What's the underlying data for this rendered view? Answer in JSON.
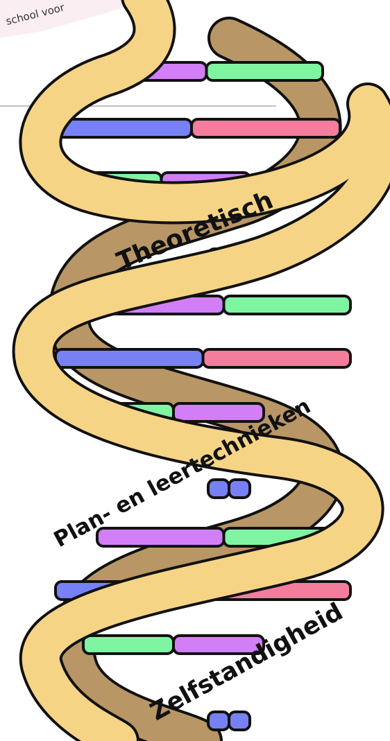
{
  "header": {
    "school_text": "school voor"
  },
  "labels": {
    "theoretical": "Theoretisch",
    "plan_learning": "Plan- en leertechnieken",
    "independence": "Zelfstandigheid"
  },
  "colors": {
    "front_strand": "#f6d486",
    "back_strand": "#b89665",
    "outline": "#111111",
    "rung_purple": "#d27ef6",
    "rung_green": "#7ff5a2",
    "rung_blue": "#7781f5",
    "rung_pink": "#f47d9d",
    "divider_line": "#9a9a9a"
  },
  "rung_pattern": [
    [
      "rung_purple",
      "rung_green"
    ],
    [
      "rung_blue",
      "rung_pink"
    ],
    [
      "rung_green",
      "rung_purple"
    ],
    [
      "rung_blue",
      "rung_blue"
    ]
  ]
}
